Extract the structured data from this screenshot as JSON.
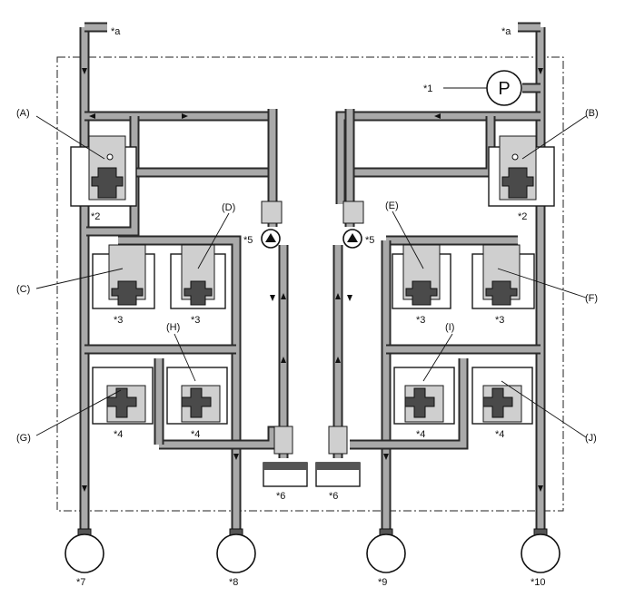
{
  "labels": {
    "a_left": "*a",
    "a_right": "*a",
    "pump": "P",
    "pump_ref": "*1",
    "A": "(A)",
    "B": "(B)",
    "C": "(C)",
    "D": "(D)",
    "E": "(E)",
    "F": "(F)",
    "G": "(G)",
    "H": "(H)",
    "I": "(I)",
    "J": "(J)",
    "ref2_left": "*2",
    "ref2_right": "*2",
    "ref3_1": "*3",
    "ref3_2": "*3",
    "ref3_3": "*3",
    "ref3_4": "*3",
    "ref4_1": "*4",
    "ref4_2": "*4",
    "ref4_3": "*4",
    "ref4_4": "*4",
    "ref5_left": "*5",
    "ref5_right": "*5",
    "ref6_left": "*6",
    "ref6_right": "*6",
    "ref7": "*7",
    "ref8": "*8",
    "ref9": "*9",
    "ref10": "*10"
  }
}
